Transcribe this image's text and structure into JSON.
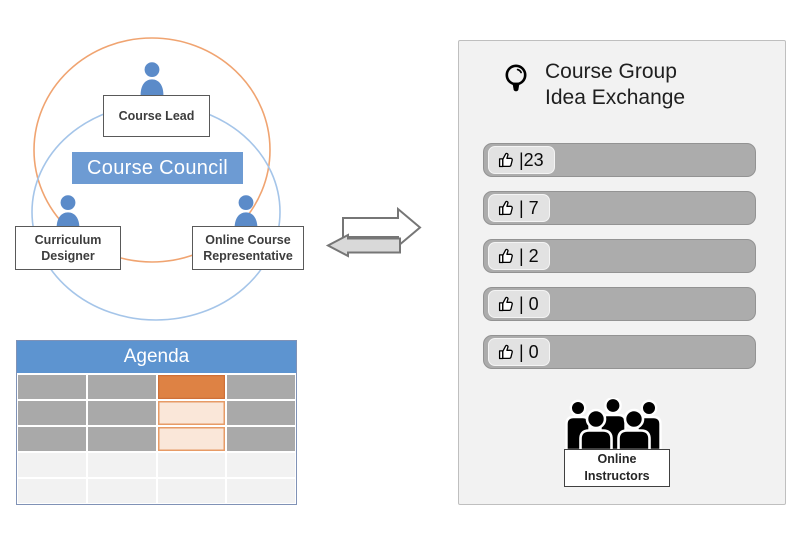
{
  "colors": {
    "person_blue": "#5B8BC9",
    "circle_orange": "#F0A471",
    "circle_blue": "#A5C5E9",
    "council_blue": "#6D9BD3",
    "agenda_header_blue": "#5D94D0",
    "agenda_gray": "#A9A9A9",
    "agenda_light": "#F2F2F2",
    "agenda_orange": "#DE8244",
    "agenda_peach": "#FAE7D9",
    "agenda_border": "#8092B6",
    "panel_bg": "#F2F2F2",
    "panel_border": "#BFBFBF",
    "bar_gray": "#ACACAC",
    "bar_border": "#939393",
    "badge_bg": "#E2E2E2",
    "arrow_gray": "#D9D9D9",
    "arrow_stroke": "#767676",
    "box_border": "#595959"
  },
  "icons": {
    "idea": "lightbulb-icon",
    "vote": "thumbs-up-icon",
    "instructors": "people-group-icon",
    "exchange": "double-arrow-icon",
    "member": "person-icon"
  },
  "council": {
    "title": "Course Council",
    "roles": [
      {
        "label": "Course Lead"
      },
      {
        "label": "Curriculum\nDesigner"
      },
      {
        "label": "Online Course\nRepresentative"
      }
    ]
  },
  "agenda": {
    "title": "Agenda",
    "rows": [
      [
        "gray",
        "gray",
        "orange",
        "gray"
      ],
      [
        "gray",
        "gray",
        "peach",
        "gray"
      ],
      [
        "gray",
        "gray",
        "peach",
        "gray"
      ],
      [
        "light",
        "light",
        "light",
        "light"
      ],
      [
        "light",
        "light",
        "light",
        "light"
      ]
    ]
  },
  "idea_panel": {
    "title": "Course Group\nIdea Exchange",
    "bars": [
      {
        "label": "|23",
        "votes": 23
      },
      {
        "label": "| 7",
        "votes": 7
      },
      {
        "label": "| 2",
        "votes": 2
      },
      {
        "label": "| 0",
        "votes": 0
      },
      {
        "label": "| 0",
        "votes": 0
      }
    ],
    "instructors_label": "Online\nInstructors"
  }
}
